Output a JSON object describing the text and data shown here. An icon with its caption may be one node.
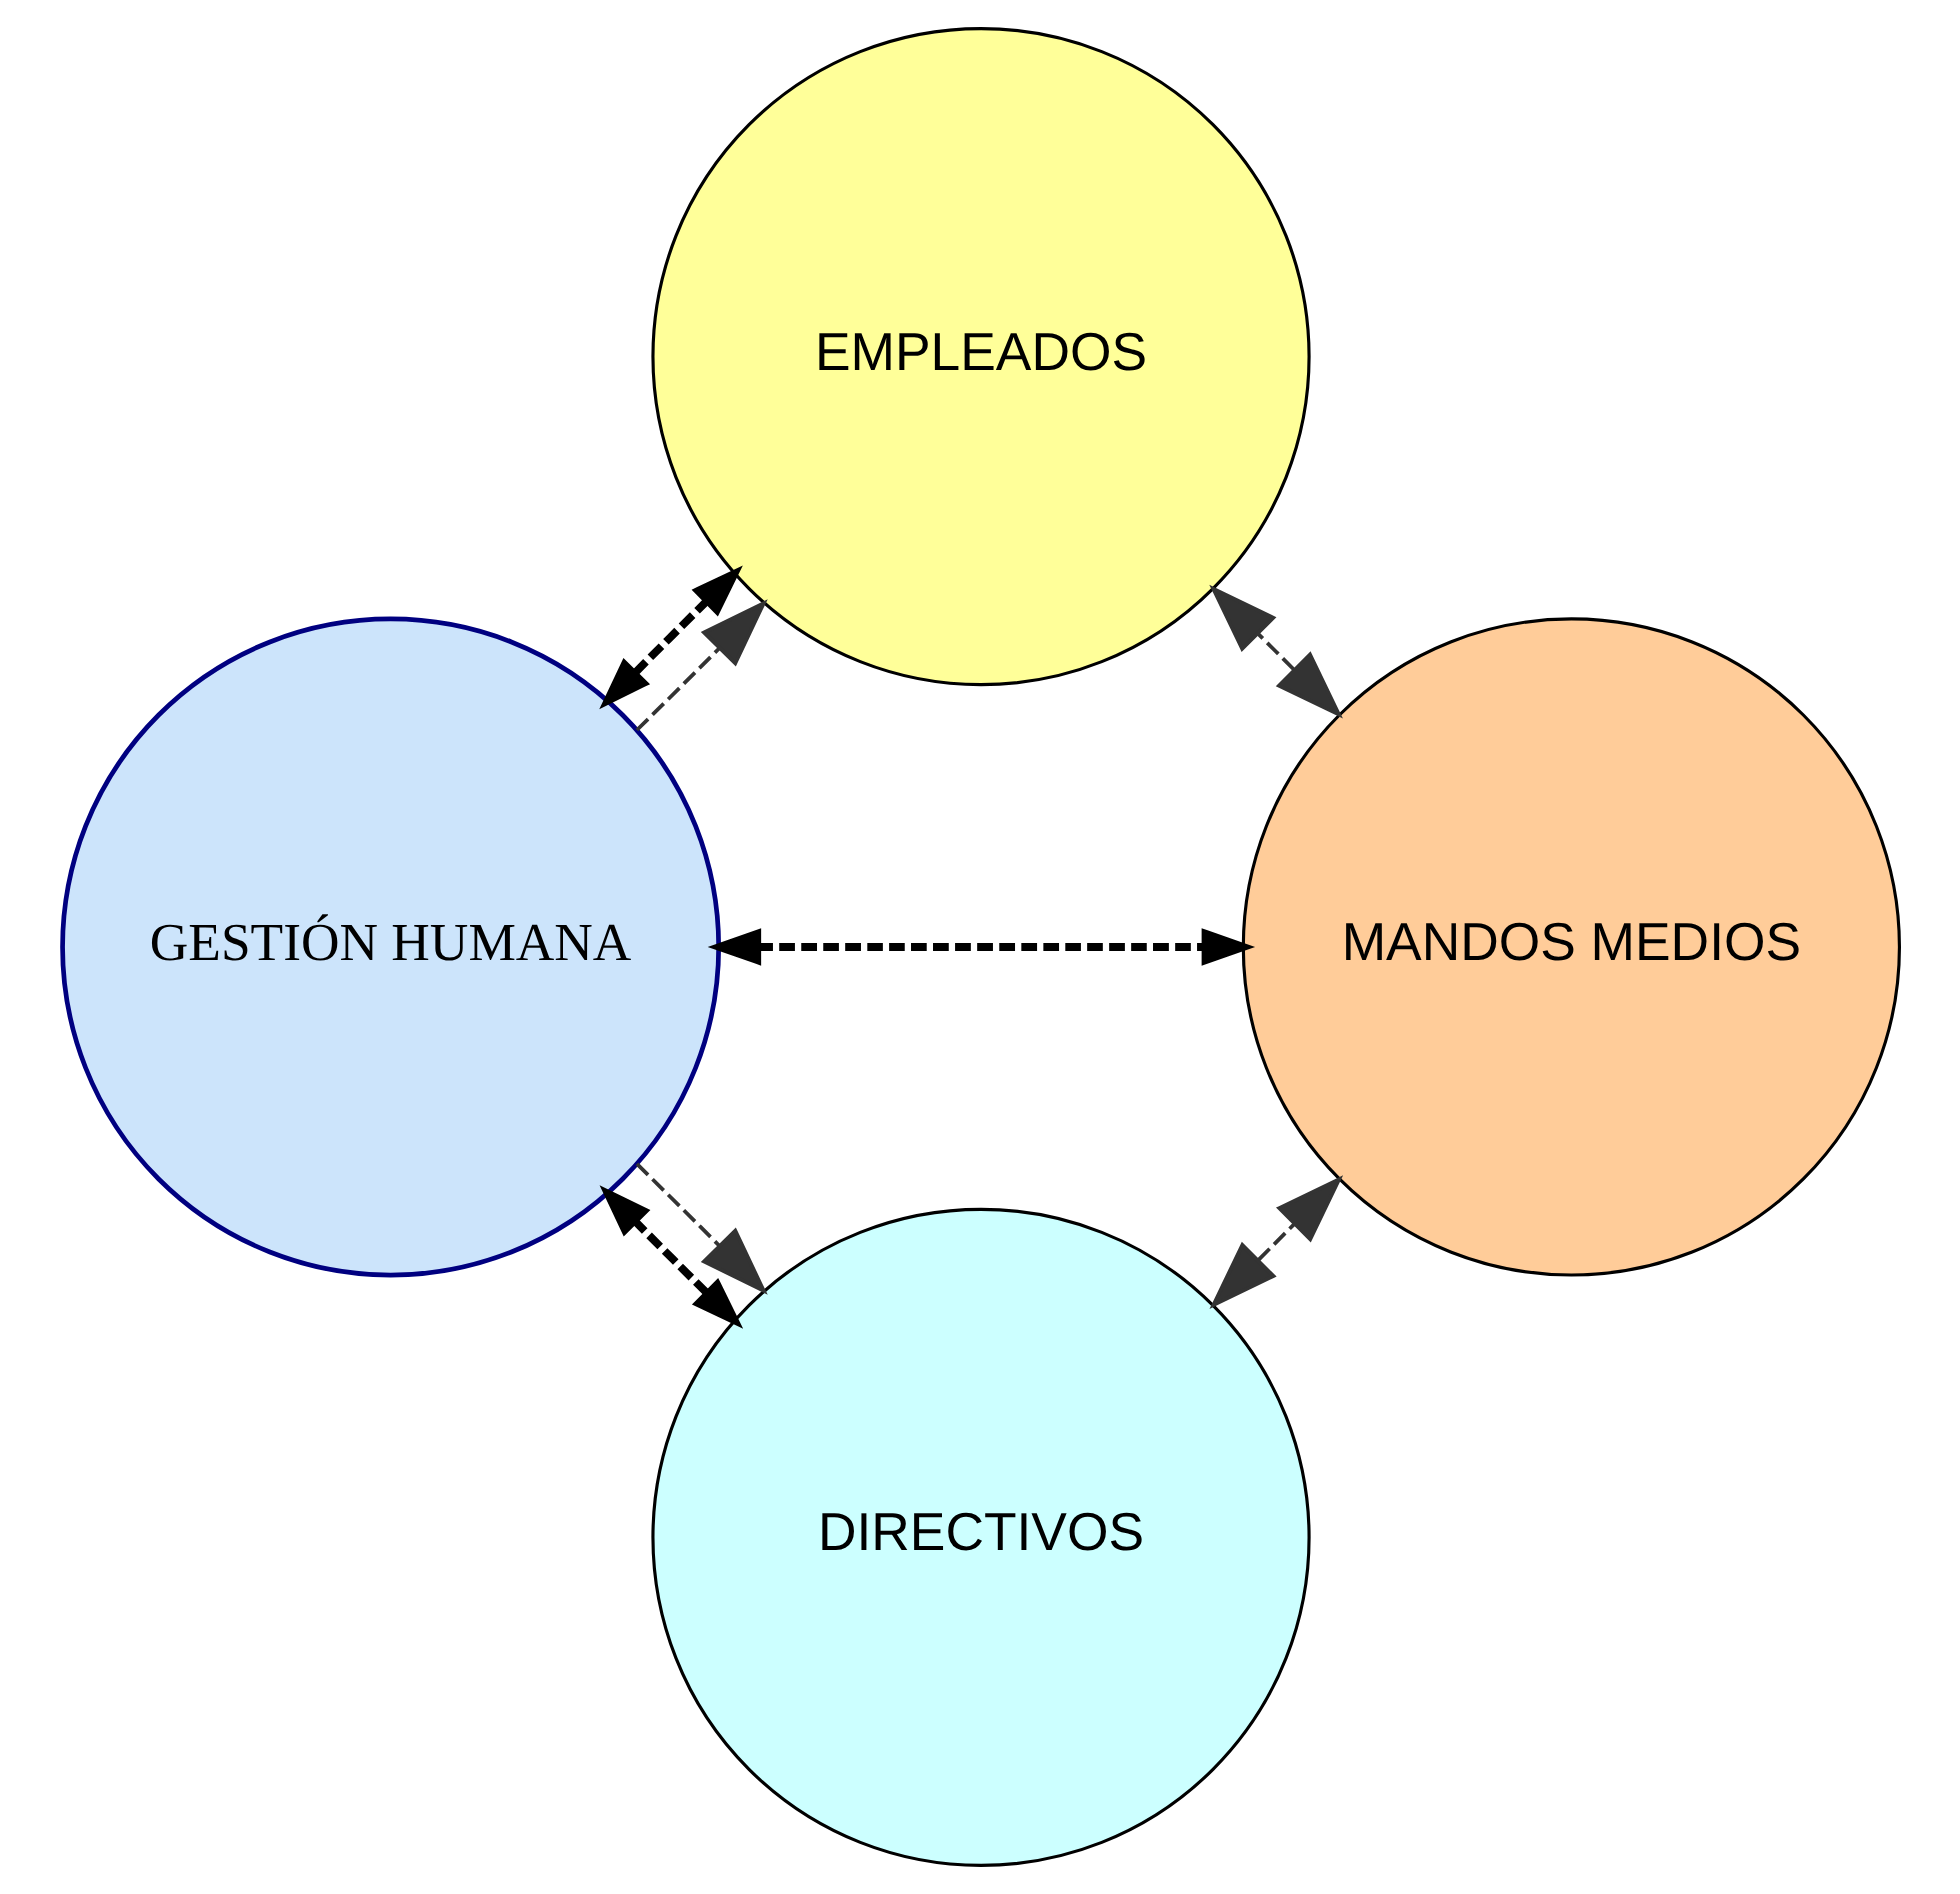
{
  "diagram": {
    "nodes": [
      {
        "text": [
          "DIRECTIVOS"
        ]
      },
      {
        "text": [
          "GESTIÓN HUMANA"
        ]
      },
      {
        "text": [
          "MANDOS MEDIOS"
        ]
      },
      {
        "text": [
          "EMPLEADOS"
        ]
      }
    ],
    "edges": [
      {
        "from": 1,
        "to": 0,
        "arrow": "to"
      },
      {
        "from": 0,
        "to": 1,
        "arrow": "both",
        "style": "dashed"
      },
      {
        "from": 0,
        "to": 2,
        "arrow": "both"
      },
      {
        "from": 1,
        "to": 2,
        "arrow": "both",
        "style": "dashed"
      },
      {
        "from": 1,
        "to": 3,
        "arrow": "both",
        "style": "dashed"
      },
      {
        "from": 1,
        "to": 3,
        "arrow": "to"
      },
      {
        "from": 2,
        "to": 3,
        "arrow": "both"
      }
    ]
  }
}
